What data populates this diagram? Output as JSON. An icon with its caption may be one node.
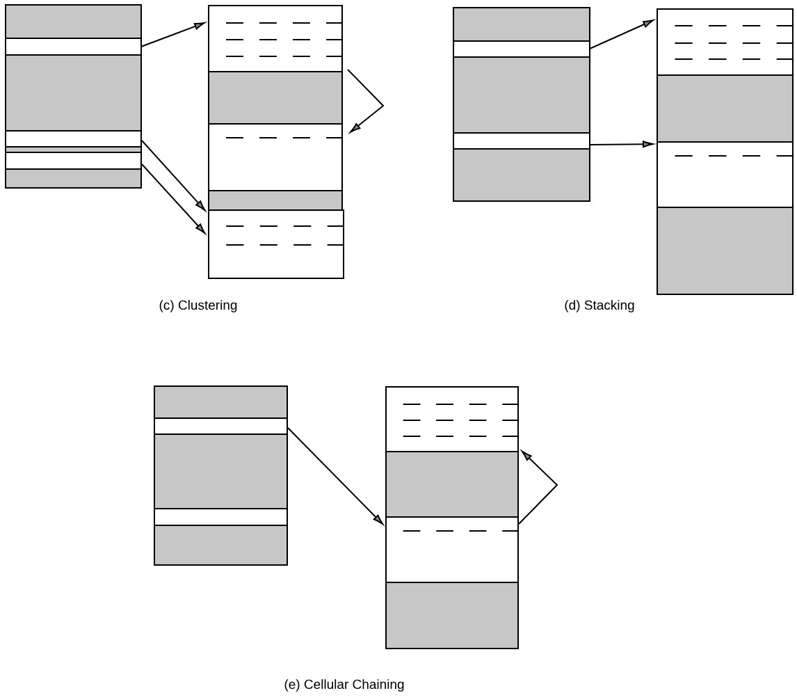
{
  "diagram": {
    "nodes": [
      {
        "text": [],
        "shape": "box"
      },
      {
        "text": [],
        "shape": "box"
      },
      {
        "text": [],
        "shape": "box"
      },
      {
        "text": [],
        "shape": "box"
      },
      {
        "text": [],
        "shape": "box"
      },
      {
        "text": [],
        "shape": "box"
      },
      {
        "text": [],
        "shape": "box"
      },
      {
        "text": [],
        "shape": "box"
      },
      {
        "text": [],
        "shape": "box"
      },
      {
        "text": [],
        "shape": "box"
      },
      {
        "text": [],
        "shape": "box"
      },
      {
        "text": [],
        "shape": "box"
      },
      {
        "text": [],
        "shape": "box"
      },
      {
        "text": [],
        "shape": "box"
      },
      {
        "text": [],
        "shape": "box"
      },
      {
        "text": [],
        "shape": "box"
      },
      {
        "text": [],
        "shape": "box"
      },
      {
        "text": [],
        "shape": "box"
      },
      {
        "text": [],
        "shape": "box"
      },
      {
        "text": [],
        "shape": "box"
      },
      {
        "text": [],
        "shape": "box"
      },
      {
        "text": [],
        "shape": "box"
      },
      {
        "text": [],
        "shape": "box"
      },
      {
        "text": [],
        "shape": "box"
      },
      {
        "text": [],
        "shape": "box"
      },
      {
        "text": [],
        "shape": "box"
      },
      {
        "text": [],
        "shape": "box"
      },
      {
        "text": [],
        "shape": "box"
      },
      {
        "text": [],
        "shape": "box"
      },
      {
        "text": [],
        "shape": "box"
      }
    ],
    "edges": [
      {
        "from": 1,
        "to": 7,
        "arrow": "to"
      },
      {
        "from": 7,
        "to": 9,
        "arrow": "to"
      },
      {
        "from": 3,
        "to": 11,
        "arrow": "to"
      },
      {
        "from": 5,
        "to": 11,
        "arrow": "to"
      },
      {
        "from": 13,
        "to": 17,
        "arrow": "to"
      },
      {
        "from": 15,
        "to": 19,
        "arrow": "to"
      },
      {
        "from": 22,
        "to": 28,
        "arrow": "to"
      },
      {
        "from": 28,
        "to": 26,
        "arrow": "to"
      }
    ],
    "labels": [
      "(c) Clustering",
      "(d) Stacking",
      "(e) Cellular Chaining"
    ]
  }
}
